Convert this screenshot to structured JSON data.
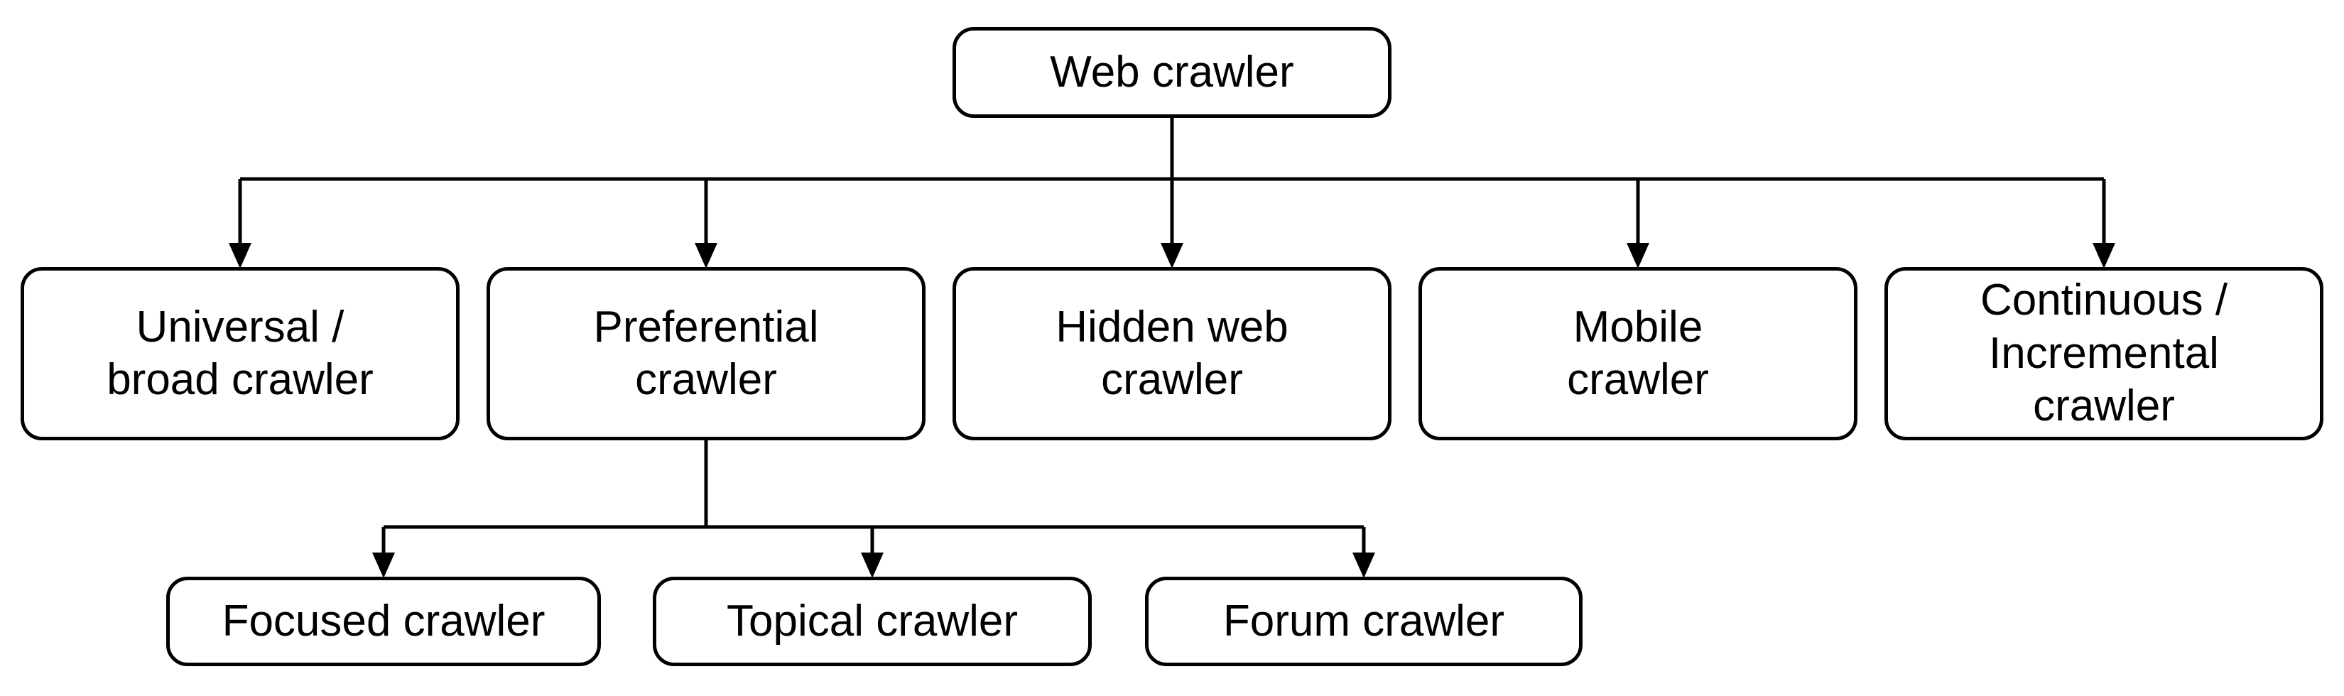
{
  "colors": {
    "line": "#000000",
    "box_border": "#000000",
    "box_fill": "#ffffff",
    "text": "#000000"
  },
  "nodes": {
    "root": {
      "label": "Web crawler"
    },
    "level2": [
      {
        "label": "Universal /\nbroad crawler"
      },
      {
        "label": "Preferential\ncrawler"
      },
      {
        "label": "Hidden web\ncrawler"
      },
      {
        "label": "Mobile\ncrawler"
      },
      {
        "label": "Continuous /\nIncremental\ncrawler"
      }
    ],
    "level3": [
      {
        "label": "Focused crawler"
      },
      {
        "label": "Topical crawler"
      },
      {
        "label": "Forum crawler"
      }
    ]
  }
}
